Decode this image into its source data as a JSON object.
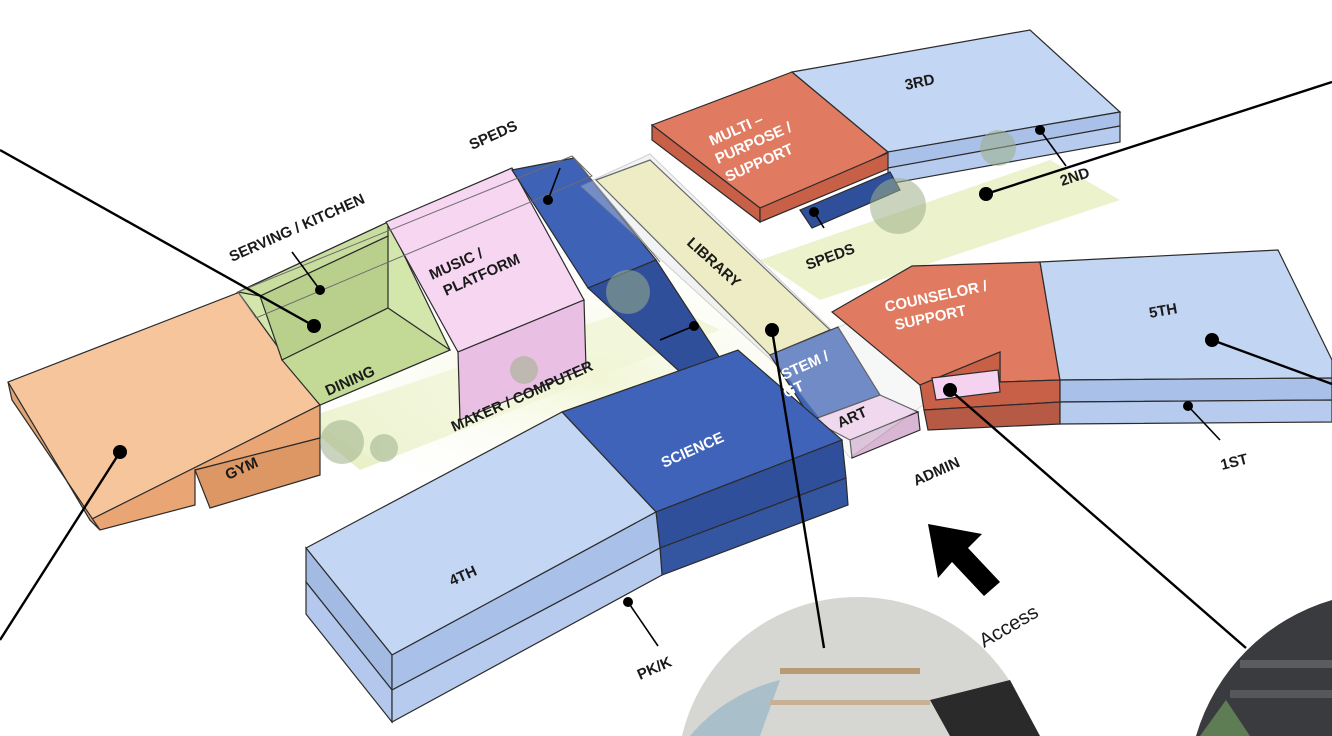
{
  "labels": {
    "gym": "GYM",
    "dining": "DINING",
    "serving_kitchen": "SERVING / KITCHEN",
    "music_platform_1": "MUSIC /",
    "music_platform_2": "PLATFORM",
    "speds_1": "SPEDS",
    "library": "LIBRARY",
    "maker_computer": "MAKER / COMPUTER",
    "multi_1": "MULTI –",
    "multi_2": "PURPOSE /",
    "multi_3": "SUPPORT",
    "third": "3RD",
    "second": "2ND",
    "speds_2": "SPEDS",
    "counselor_1": "COUNSELOR /",
    "counselor_2": "SUPPORT",
    "fifth": "5TH",
    "first": "1ST",
    "stem_1": "STEM /",
    "stem_2": "GT",
    "art": "ART",
    "admin": "ADMIN",
    "science": "SCIENCE",
    "fourth": "4TH",
    "pkk": "PK/K",
    "access": "Access"
  },
  "colors": {
    "gym": "#f4b98a",
    "green": "#cfe3a5",
    "courtyard": "#e9f1c6",
    "pink": "#f5d3f0",
    "navy": "#3f63b8",
    "yellow": "#f8f4b4",
    "orange_red": "#e2785f",
    "light_blue": "#c2d6f3",
    "glass": "#e6e9ec"
  }
}
